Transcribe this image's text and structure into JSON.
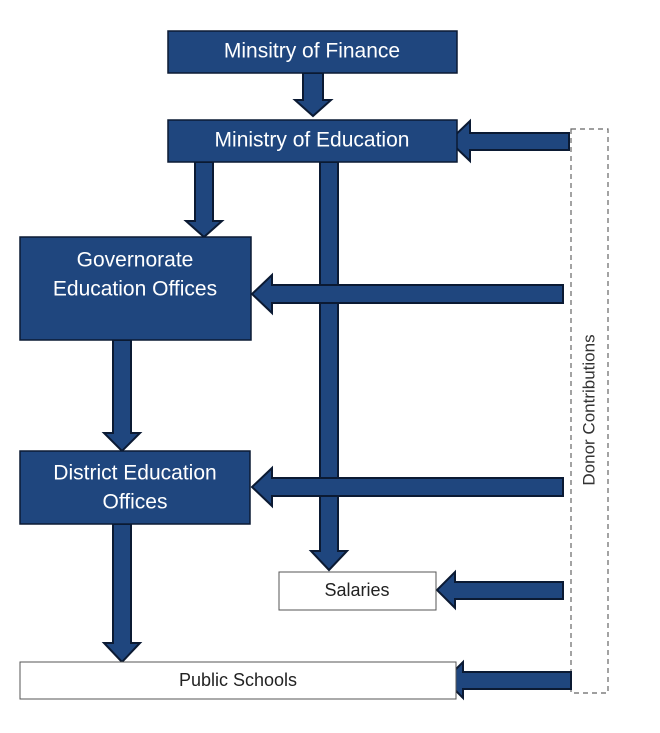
{
  "nodes": {
    "finance": {
      "label": "Minsitry of Finance"
    },
    "education": {
      "label": "Ministry of Education"
    },
    "governorate": {
      "line1": "Governorate",
      "line2": "Education Offices"
    },
    "district": {
      "line1": "District Education",
      "line2": "Offices"
    },
    "salaries": {
      "label": "Salaries"
    },
    "schools": {
      "label": "Public Schools"
    }
  },
  "donor": {
    "label": "Donor Contributions"
  },
  "colors": {
    "box": "#1f467e",
    "outline": "#0b1a33"
  }
}
